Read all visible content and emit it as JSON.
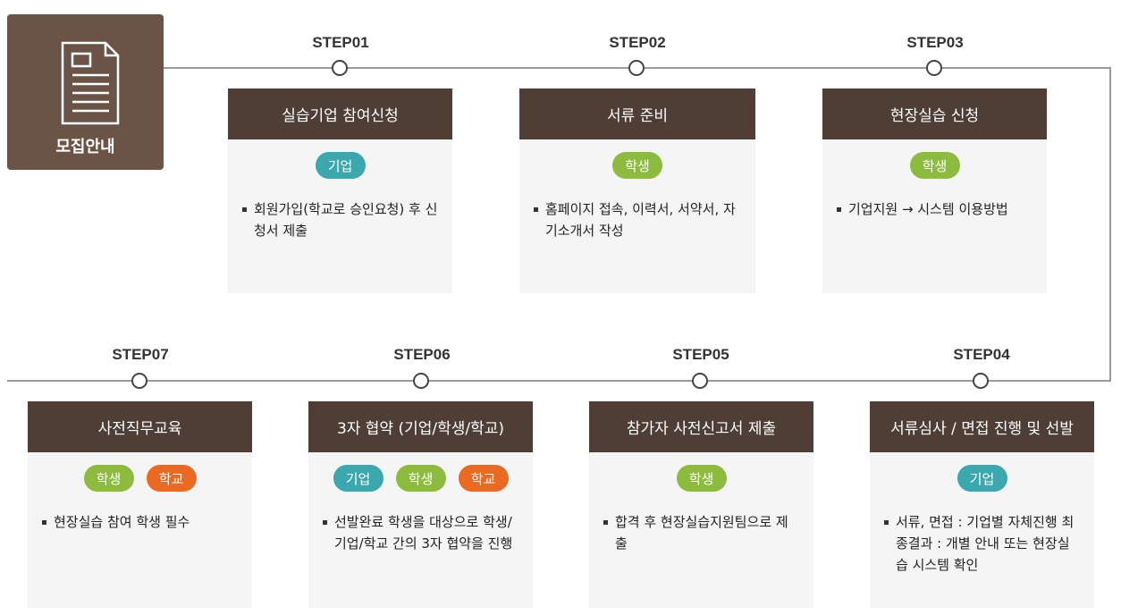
{
  "intro": {
    "label": "모집안내",
    "icon": "document-icon"
  },
  "colors": {
    "intro_bg": "#6b5446",
    "card_header": "#4e3e36",
    "company": "#3aa8ad",
    "student": "#8cbb3e",
    "school": "#ea6a24"
  },
  "steps": [
    {
      "step": "STEP01",
      "title": "실습기업 참여신청",
      "tags": [
        "기업"
      ],
      "desc": "회원가입(학교로 승인요청) 후 신청서 제출"
    },
    {
      "step": "STEP02",
      "title": "서류 준비",
      "tags": [
        "학생"
      ],
      "desc": "홈페이지 접속, 이력서, 서약서, 자기소개서 작성"
    },
    {
      "step": "STEP03",
      "title": "현장실습 신청",
      "tags": [
        "학생"
      ],
      "desc": "기업지원 → 시스템 이용방법"
    },
    {
      "step": "STEP04",
      "title": "서류심사 / 면접 진행 및 선발",
      "tags": [
        "기업"
      ],
      "desc": "서류, 면접 : 기업별 자체진행 최종결과 : 개별 안내 또는 현장실습 시스템 확인"
    },
    {
      "step": "STEP05",
      "title": "참가자 사전신고서 제출",
      "tags": [
        "학생"
      ],
      "desc": "합격 후 현장실습지원팀으로 제출"
    },
    {
      "step": "STEP06",
      "title": "3자 협약 (기업/학생/학교)",
      "tags": [
        "기업",
        "학생",
        "학교"
      ],
      "desc": "선발완료 학생을 대상으로 학생/기업/학교 간의 3자 협약을 진행"
    },
    {
      "step": "STEP07",
      "title": "사전직무교육",
      "tags": [
        "학생",
        "학교"
      ],
      "desc": "현장실습 참여 학생 필수"
    }
  ]
}
